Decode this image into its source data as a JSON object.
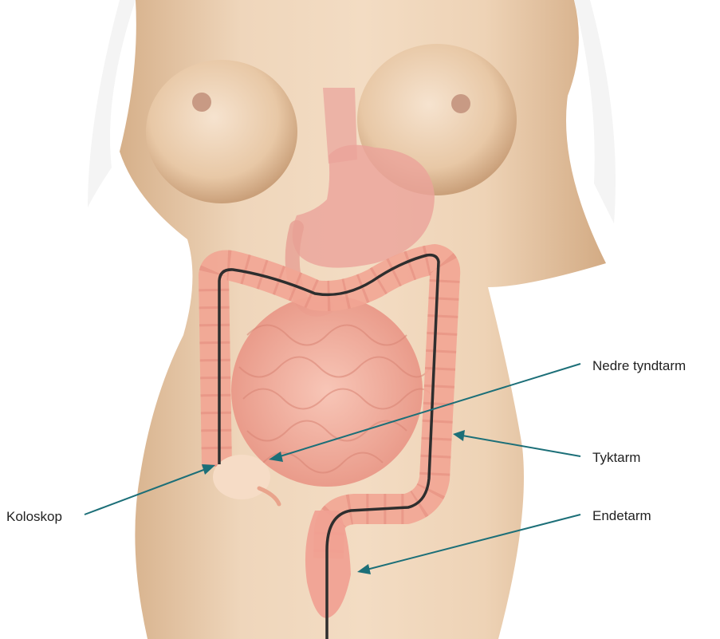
{
  "labels": {
    "small_intestine": "Nedre tyndtarm",
    "colon": "Tyktarm",
    "rectum": "Endetarm",
    "colonoscope": "Koloskop"
  },
  "colors": {
    "arrow": "#1c6f78",
    "skin": "#e9c9a6",
    "intestine": "#f1a699",
    "stomach": "#eb9f99",
    "scope": "#2e2e2e"
  }
}
